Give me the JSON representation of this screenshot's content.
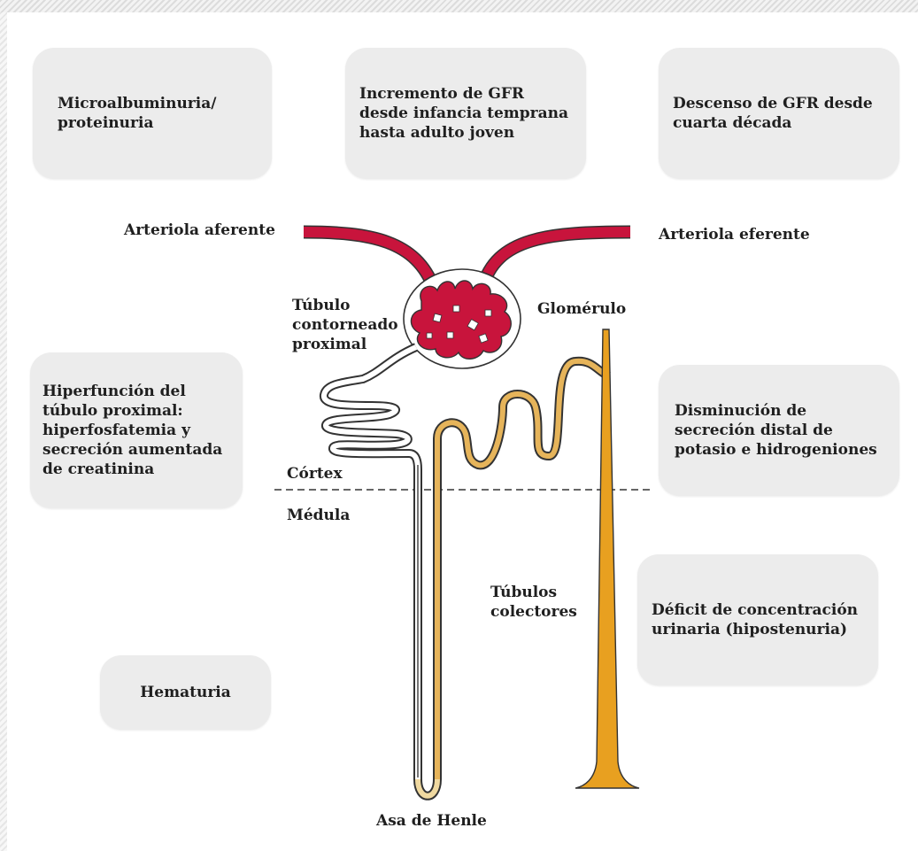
{
  "boxes": {
    "microalbuminuria": "Microalbuminuria/\nproteinuria",
    "incremento_gfr": "Incremento de GFR\ndesde infancia temprana\nhasta adulto joven",
    "descenso_gfr": "Descenso de GFR desde\ncuarta década",
    "hiperfuncion": "Hiperfunción del\ntúbulo proximal:\nhiperfosfatemia y\nsecreción aumentada\nde creatinina",
    "disminucion": "Disminución de\nsecreción distal de\npotasio e hidrogeniones",
    "deficit": "Déficit de concentración\nurinaria (hipostenuria)",
    "hematuria": "Hematuria"
  },
  "labels": {
    "arteriola_aferente": "Arteriola aferente",
    "arteriola_eferente": "Arteriola eferente",
    "tubulo_proximal": "Túbulo\ncontorneado\nproximal",
    "glomerulo": "Glomérulo",
    "cortex": "Córtex",
    "medula": "Médula",
    "tubulos_colectores": "Túbulos\ncolectores",
    "asa_henle": "Asa de Henle"
  },
  "colors": {
    "box_bg": "#ececec",
    "arteriole": "#c8143c",
    "glomerulus_fill": "#c8143c",
    "tubule_yellow": "#e6b45a",
    "collecting_duct": "#e8a020",
    "outline": "#333333"
  }
}
